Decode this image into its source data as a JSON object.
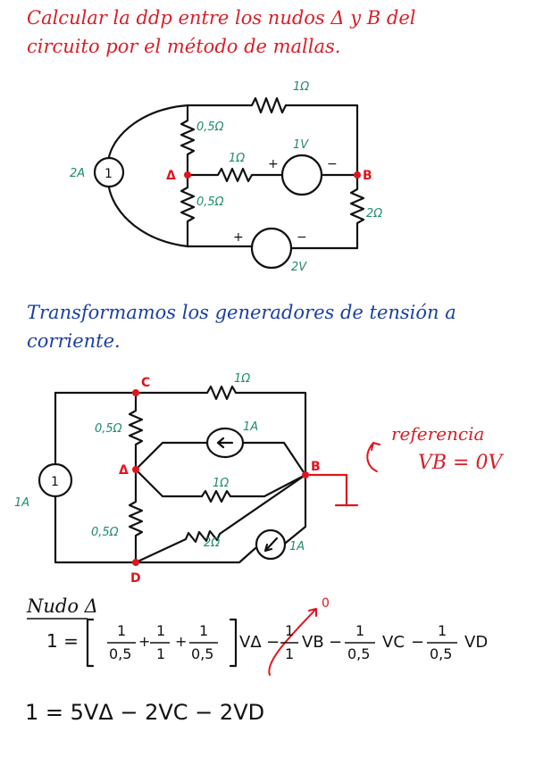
{
  "problem": {
    "line1": "Calcular la ddp entre los nudos Δ y B del",
    "line2": "circuito por el método de mallas."
  },
  "circuit1": {
    "r_top": "1Ω",
    "r_upper_left": "0,5Ω",
    "r_middle": "1Ω",
    "v_source_middle": "1V",
    "r_lower_left": "0,5Ω",
    "r_right": "2Ω",
    "v_source_bottom": "2V",
    "current_source": "2A",
    "current_source_symbol": "1",
    "node_a": "Δ",
    "node_b": "B",
    "plus": "+",
    "minus": "−"
  },
  "transform_text": {
    "line1": "Transformamos los generadores de tensión a",
    "line2": "corriente."
  },
  "circuit2": {
    "node_c": "C",
    "node_a": "Δ",
    "node_b": "B",
    "node_d": "D",
    "r_top": "1Ω",
    "r_upper_left": "0,5Ω",
    "r_middle": "1Ω",
    "r_lower_left": "0,5Ω",
    "r_diag": "2Ω",
    "cs_upper": "1A",
    "cs_lower": "1A",
    "cs_left": "1A",
    "cs_left_symbol": "1",
    "reference_label": "referencia",
    "reference_value": "VB = 0V"
  },
  "equations": {
    "title": "Nudo Δ",
    "lhs": "1 =",
    "frac_num": "1",
    "frac_den_05": "0,5",
    "frac_den_1": "1",
    "plus": "+",
    "minus": "−",
    "va": "VΔ",
    "vb": "VB",
    "vc": "VC",
    "vd": "VD",
    "zero": "0",
    "simplified": "1 = 5VΔ − 2VC − 2VD"
  }
}
